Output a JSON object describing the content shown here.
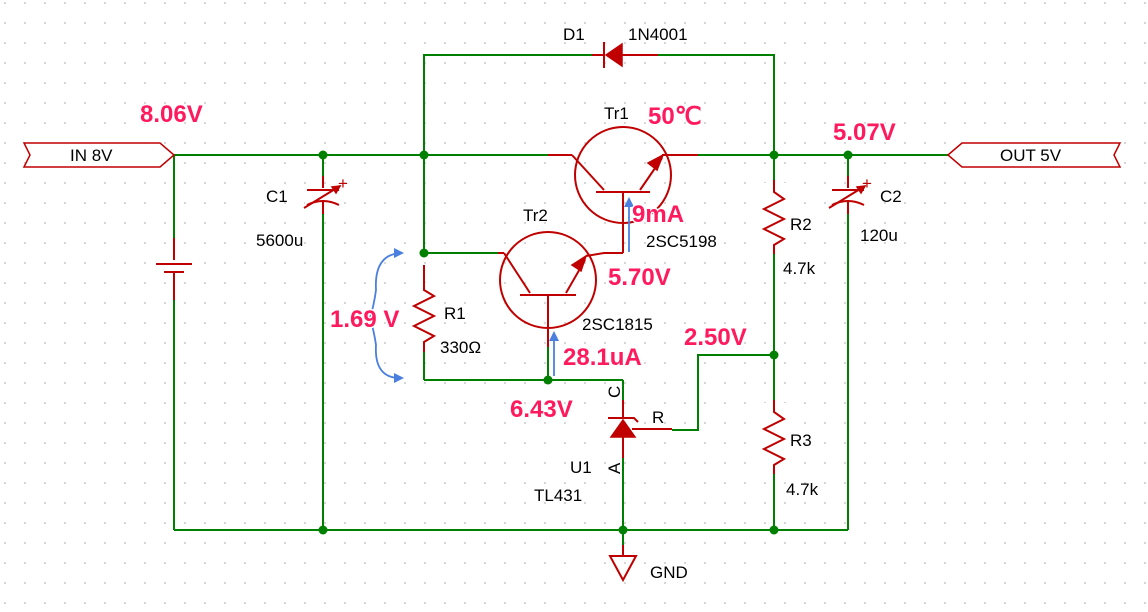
{
  "ports": {
    "input": "IN 8V",
    "output": "OUT 5V",
    "ground": "GND"
  },
  "components": {
    "d1": {
      "ref": "D1",
      "value": "1N4001"
    },
    "tr1": {
      "ref": "Tr1",
      "value": "2SC5198"
    },
    "tr2": {
      "ref": "Tr2",
      "value": "2SC1815"
    },
    "r1": {
      "ref": "R1",
      "value": "330Ω"
    },
    "r2": {
      "ref": "R2",
      "value": "4.7k"
    },
    "r3": {
      "ref": "R3",
      "value": "4.7k"
    },
    "c1": {
      "ref": "C1",
      "value": "5600u",
      "polarity": "+"
    },
    "c2": {
      "ref": "C2",
      "value": "120u",
      "polarity": "+"
    },
    "u1": {
      "ref": "U1",
      "value": "TL431",
      "pin_c": "C",
      "pin_r": "R",
      "pin_a": "A"
    }
  },
  "measurements": {
    "v_in": "8.06V",
    "tr1_temp": "50℃",
    "v_out": "5.07V",
    "i_tr1_base": "9mA",
    "v_tr2_emitter": "5.70V",
    "v_r1": "1.69 V",
    "v_ref": "2.50V",
    "i_tr2_base": "28.1uA",
    "v_cathode": "6.43V"
  },
  "colors": {
    "wire": "#008000",
    "component": "#c00000",
    "measurement": "#ff1a5e",
    "annotation_arrow": "#4a7fe0"
  }
}
